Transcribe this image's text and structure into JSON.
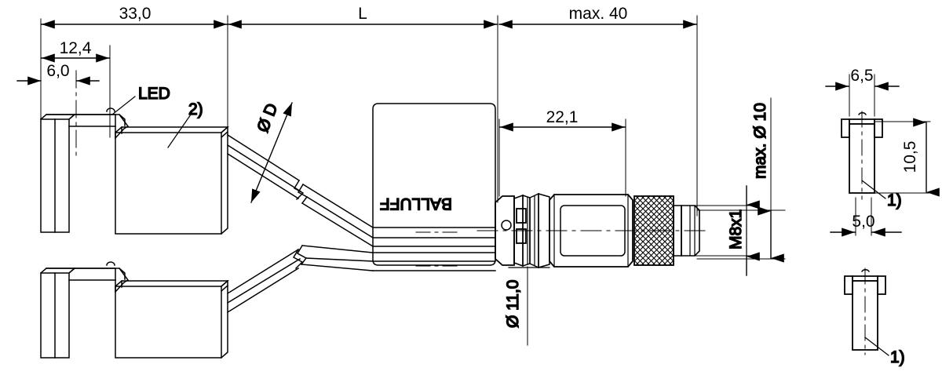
{
  "drawing": {
    "title": "Balluff sensor dual-head with M8x1 connector dimensional drawing",
    "brand_label": "BALLUFF",
    "line_color": "#000000",
    "background_color": "#ffffff"
  },
  "dimensions": {
    "top_chain": [
      {
        "id": "len-33",
        "label": "33,0"
      },
      {
        "id": "len-L",
        "label": "L"
      },
      {
        "id": "len-max40",
        "label": "max. 40"
      }
    ],
    "left_detail": [
      {
        "id": "len-12-4",
        "label": "12,4"
      },
      {
        "id": "len-6-0",
        "label": "6,0"
      }
    ],
    "connector": [
      {
        "id": "len-22-1",
        "label": "22,1"
      },
      {
        "id": "dia-11-0",
        "label": "Ø 11,0"
      },
      {
        "id": "thread-m8",
        "label": "M8x1"
      },
      {
        "id": "dia-max-10",
        "label": "max. Ø 10"
      }
    ],
    "cable": [
      {
        "id": "dia-D",
        "label": "Ø D"
      }
    ],
    "side_view_top": [
      {
        "id": "len-6-5",
        "label": "6,5"
      },
      {
        "id": "len-10-5",
        "label": "10,5"
      },
      {
        "id": "len-5-0",
        "label": "5,0"
      }
    ]
  },
  "callouts": [
    {
      "id": "callout-led",
      "label": "LED"
    },
    {
      "id": "callout-note-2",
      "label": "2)"
    },
    {
      "id": "callout-note-1-top",
      "label": "1)"
    },
    {
      "id": "callout-note-1-bottom",
      "label": "1)"
    }
  ]
}
